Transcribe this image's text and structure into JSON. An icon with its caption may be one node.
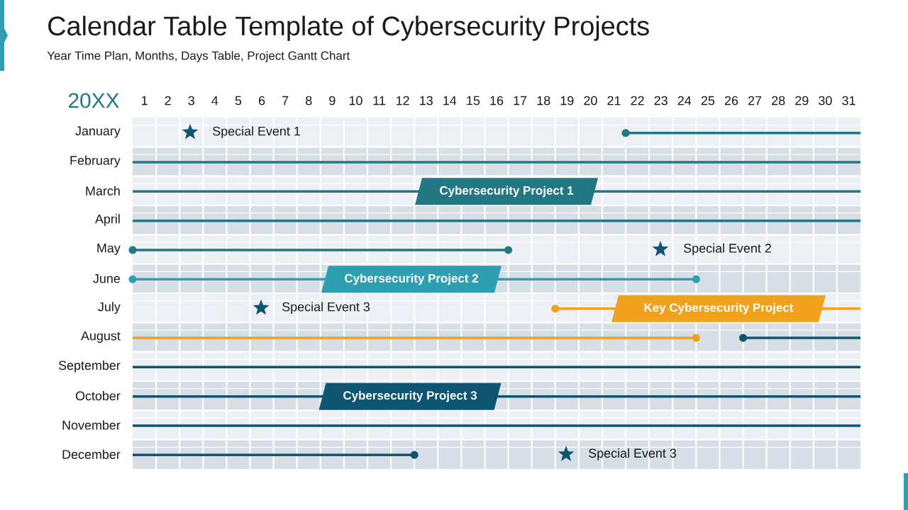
{
  "diagram": {
    "title": "Calendar Table Template of Cybersecurity Projects",
    "nodes": [
      {
        "text": [
          "Cybersecurity Project 1"
        ]
      },
      {
        "text": [
          "Cybersecurity Project 2"
        ]
      },
      {
        "text": [
          "Key Cybersecurity Project"
        ]
      },
      {
        "text": [
          "Cybersecurity Project 3"
        ]
      }
    ],
    "labels": [
      "Year Time Plan, Months, Days Table, Project Gantt Chart",
      "20XX",
      "1",
      "2",
      "3",
      "4",
      "5",
      "6",
      "7",
      "8",
      "9",
      "10",
      "11",
      "12",
      "13",
      "14",
      "15",
      "16",
      "17",
      "18",
      "19",
      "20",
      "21",
      "22",
      "23",
      "24",
      "25",
      "26",
      "27",
      "28",
      "29",
      "30",
      "31",
      "January",
      "Special Event 1",
      "February",
      "March",
      "April",
      "May",
      "Special Event 2",
      "June",
      "July",
      "Special Event 3",
      "August",
      "September",
      "October",
      "November",
      "December",
      "Special Event 3"
    ]
  }
}
